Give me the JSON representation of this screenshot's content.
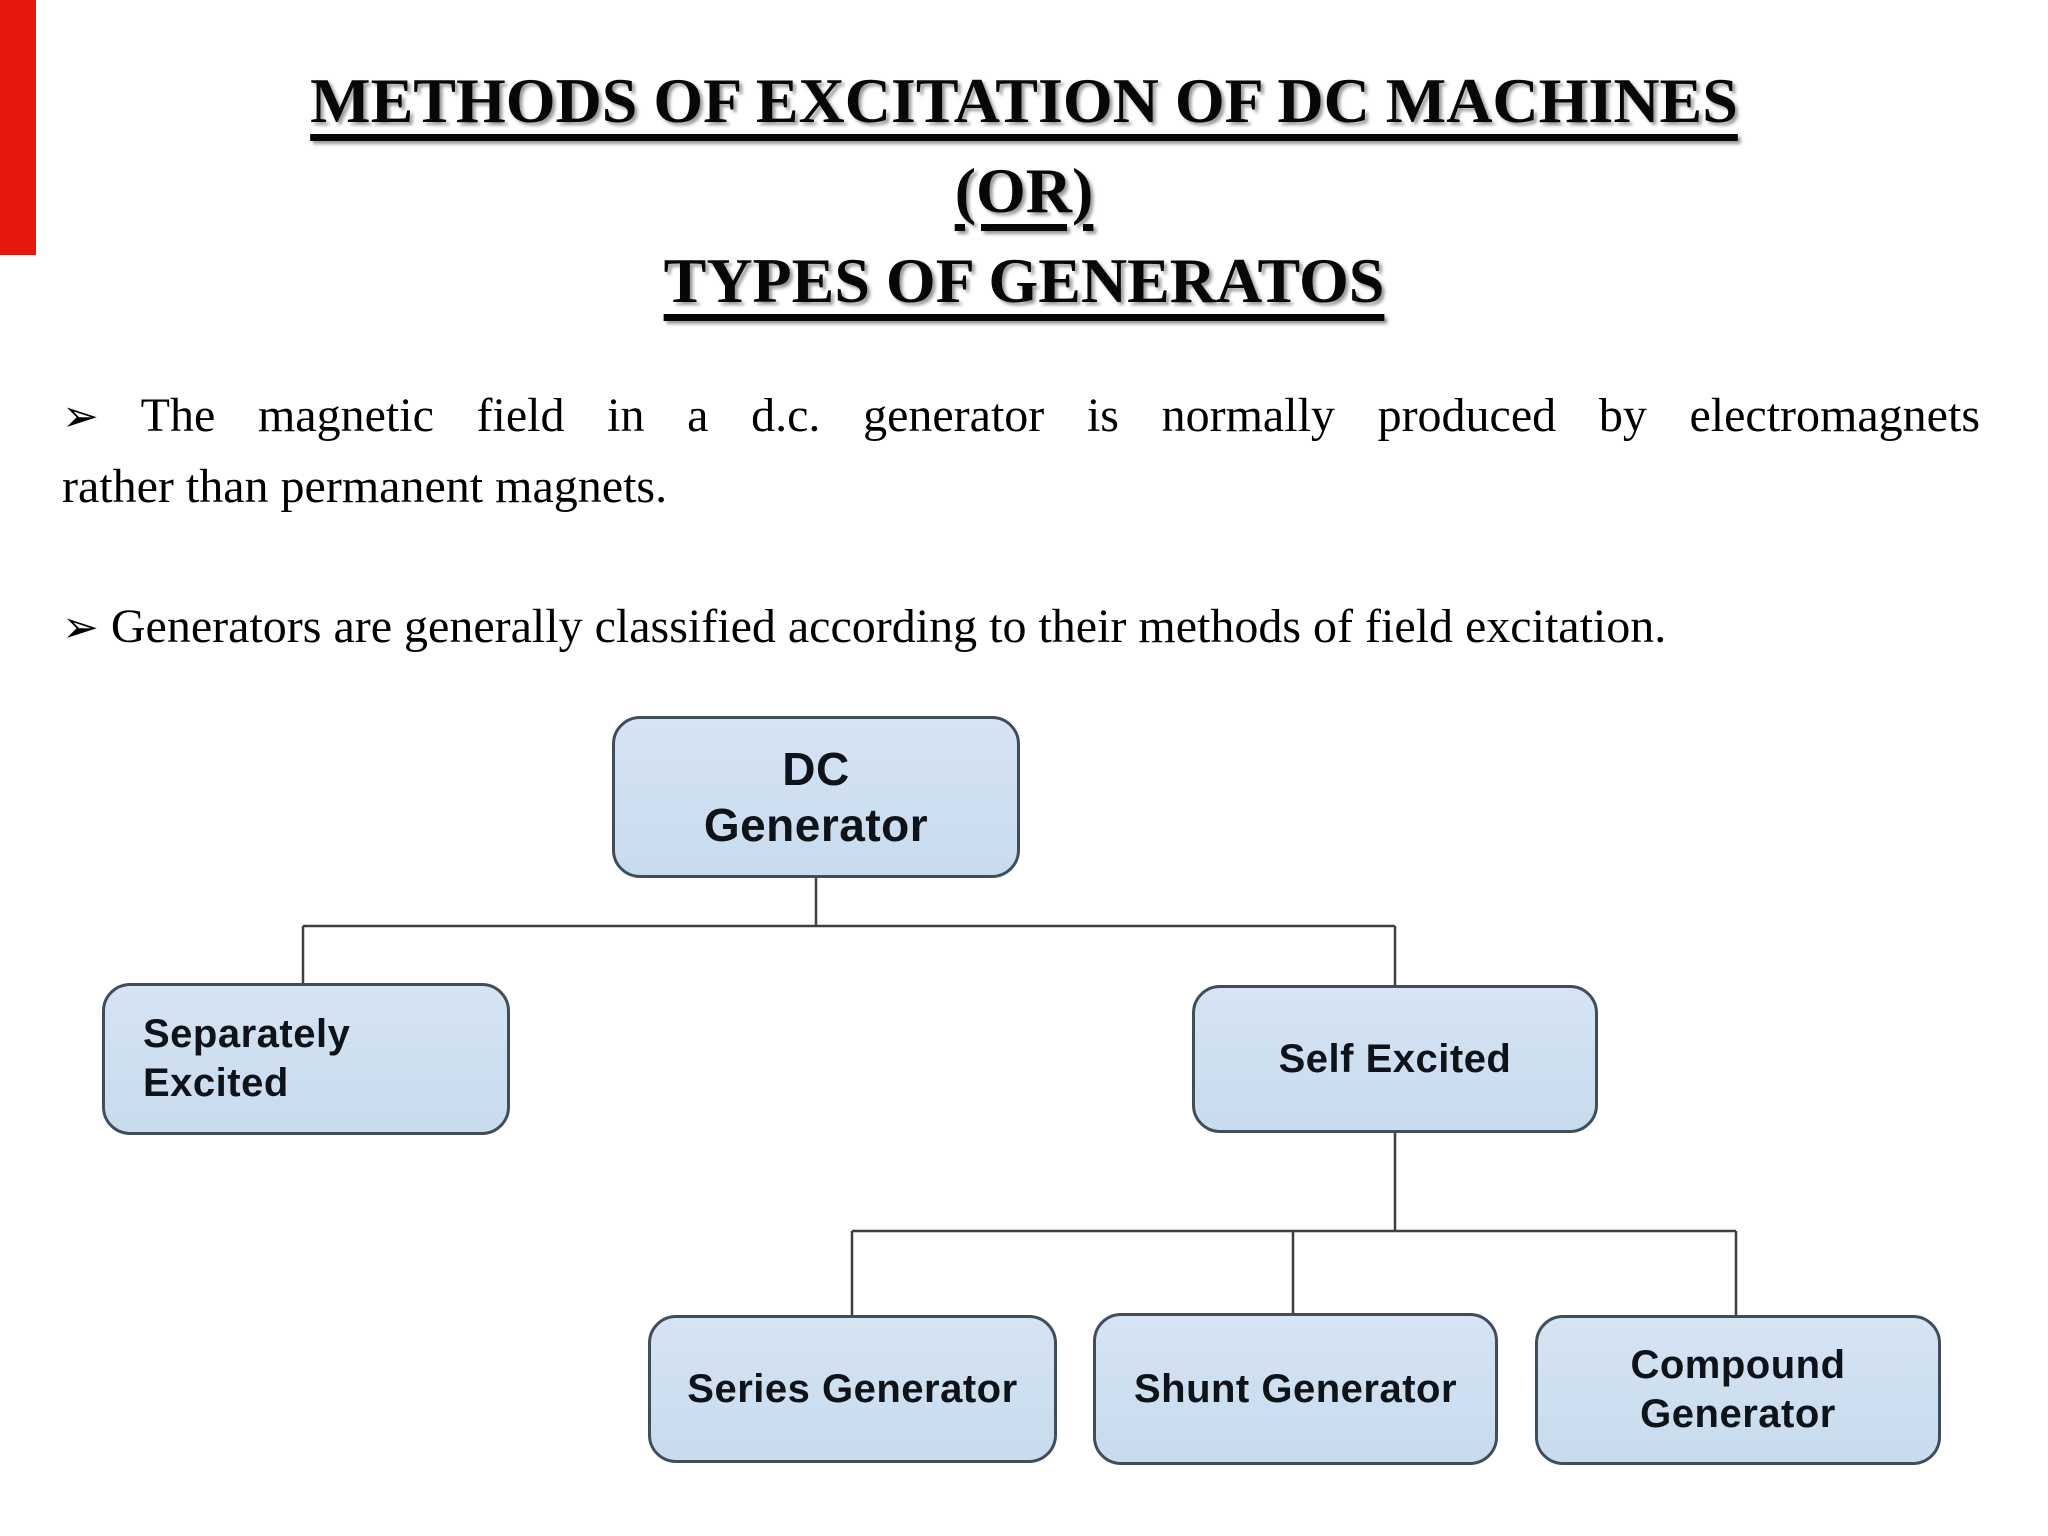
{
  "page": {
    "accent_red": "#e8170e",
    "background": "#ffffff"
  },
  "title": {
    "line1": "METHODS OF EXCITATION OF DC MACHINES",
    "line2": "(OR)",
    "line3": "TYPES OF GENERATOS"
  },
  "bullets": {
    "marker": "➢",
    "item1_line1": "The magnetic field in a d.c. generator is normally produced by electromagnets",
    "item1_line2": "rather than permanent magnets.",
    "item2": "Generators are generally classified according to their methods of field excitation."
  },
  "diagram": {
    "box_fill": "#cddff0",
    "box_border": "#414d5a",
    "line_color": "#3f3f3f",
    "nodes": {
      "dc": {
        "label": "DC\nGenerator"
      },
      "separately": {
        "label": "Separately\nExcited"
      },
      "self": {
        "label": "Self Excited"
      },
      "series": {
        "label": "Series Generator"
      },
      "shunt": {
        "label": "Shunt Generator"
      },
      "compound": {
        "label": "Compound\nGenerator"
      }
    }
  }
}
